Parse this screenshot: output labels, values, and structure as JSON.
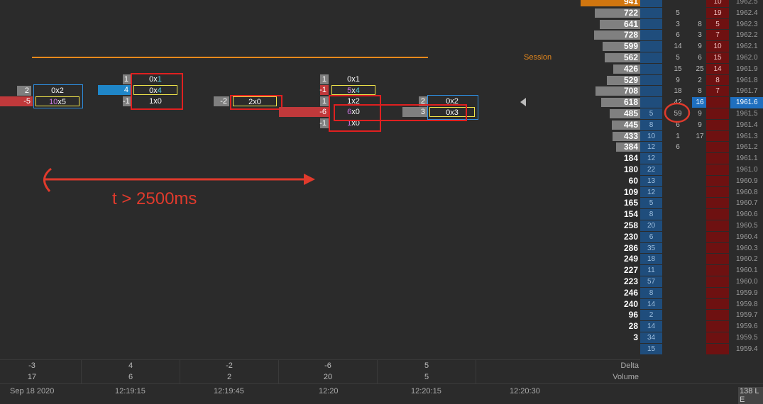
{
  "session": {
    "label": "Session"
  },
  "annotation": {
    "text": "t > 2500ms"
  },
  "clusters": [
    {
      "rows": [
        {
          "delta": "2",
          "bid": "0",
          "ask": "2"
        },
        {
          "delta": "-5",
          "bid": "10",
          "ask": "5"
        }
      ]
    },
    {
      "rows": [
        {
          "delta": "1",
          "bid": "0",
          "ask": "1"
        },
        {
          "delta": "4",
          "bid": "0",
          "ask": "4"
        },
        {
          "delta": "-1",
          "bid": "1",
          "ask": "0"
        }
      ]
    },
    {
      "rows": [
        {
          "delta": "-2",
          "bid": "2",
          "ask": "0"
        }
      ]
    },
    {
      "rows": [
        {
          "delta": "1",
          "bid": "0",
          "ask": "1"
        },
        {
          "delta": "-1",
          "bid": "5",
          "ask": "4"
        },
        {
          "delta": "1",
          "bid": "1",
          "ask": "2"
        },
        {
          "delta": "-6",
          "bid": "6",
          "ask": "0"
        },
        {
          "delta": "-1",
          "bid": "1",
          "ask": "0"
        }
      ]
    },
    {
      "rows": [
        {
          "delta": "2",
          "bid": "0",
          "ask": "2"
        },
        {
          "delta": "3",
          "bid": "0",
          "ask": "3"
        }
      ]
    }
  ],
  "bottom": {
    "delta_label": "Delta",
    "volume_label": "Volume",
    "delta": [
      "-3",
      "4",
      "-2",
      "-6",
      "5"
    ],
    "volume": [
      "17",
      "6",
      "2",
      "20",
      "5"
    ]
  },
  "time_axis": [
    "Sep 18 2020",
    "12:19:15",
    "12:19:45",
    "12:20",
    "12:20:15",
    "12:20:30"
  ],
  "ladder": {
    "rows": [
      {
        "vol": "941",
        "bid": "",
        "c1": "",
        "c2": "",
        "ask": "10",
        "price": "1962.5"
      },
      {
        "vol": "722",
        "bid": "",
        "c1": "5",
        "c2": "",
        "ask": "19",
        "price": "1962.4"
      },
      {
        "vol": "641",
        "bid": "",
        "c1": "3",
        "c2": "8",
        "ask": "5",
        "price": "1962.3"
      },
      {
        "vol": "728",
        "bid": "",
        "c1": "6",
        "c2": "3",
        "ask": "7",
        "price": "1962.2"
      },
      {
        "vol": "599",
        "bid": "",
        "c1": "14",
        "c2": "9",
        "ask": "10",
        "price": "1962.1"
      },
      {
        "vol": "562",
        "bid": "",
        "c1": "5",
        "c2": "6",
        "ask": "15",
        "price": "1962.0"
      },
      {
        "vol": "426",
        "bid": "",
        "c1": "15",
        "c2": "25",
        "ask": "14",
        "price": "1961.9"
      },
      {
        "vol": "529",
        "bid": "",
        "c1": "9",
        "c2": "2",
        "ask": "8",
        "price": "1961.8"
      },
      {
        "vol": "708",
        "bid": "",
        "c1": "18",
        "c2": "8",
        "ask": "7",
        "price": "1961.7"
      },
      {
        "vol": "618",
        "bid": "",
        "c1": "42",
        "c2": "16",
        "ask": "",
        "price": "1961.6"
      },
      {
        "vol": "485",
        "bid": "5",
        "c1": "59",
        "c2": "9",
        "ask": "",
        "price": "1961.5"
      },
      {
        "vol": "445",
        "bid": "8",
        "c1": "6",
        "c2": "9",
        "ask": "",
        "price": "1961.4"
      },
      {
        "vol": "433",
        "bid": "10",
        "c1": "1",
        "c2": "17",
        "ask": "",
        "price": "1961.3"
      },
      {
        "vol": "384",
        "bid": "12",
        "c1": "6",
        "c2": "",
        "ask": "",
        "price": "1961.2"
      },
      {
        "vol": "184",
        "bid": "12",
        "c1": "",
        "c2": "",
        "ask": "",
        "price": "1961.1"
      },
      {
        "vol": "180",
        "bid": "22",
        "c1": "",
        "c2": "",
        "ask": "",
        "price": "1961.0"
      },
      {
        "vol": "60",
        "bid": "13",
        "c1": "",
        "c2": "",
        "ask": "",
        "price": "1960.9"
      },
      {
        "vol": "109",
        "bid": "12",
        "c1": "",
        "c2": "",
        "ask": "",
        "price": "1960.8"
      },
      {
        "vol": "165",
        "bid": "5",
        "c1": "",
        "c2": "",
        "ask": "",
        "price": "1960.7"
      },
      {
        "vol": "154",
        "bid": "8",
        "c1": "",
        "c2": "",
        "ask": "",
        "price": "1960.6"
      },
      {
        "vol": "258",
        "bid": "20",
        "c1": "",
        "c2": "",
        "ask": "",
        "price": "1960.5"
      },
      {
        "vol": "230",
        "bid": "6",
        "c1": "",
        "c2": "",
        "ask": "",
        "price": "1960.4"
      },
      {
        "vol": "286",
        "bid": "35",
        "c1": "",
        "c2": "",
        "ask": "",
        "price": "1960.3"
      },
      {
        "vol": "249",
        "bid": "18",
        "c1": "",
        "c2": "",
        "ask": "",
        "price": "1960.2"
      },
      {
        "vol": "227",
        "bid": "11",
        "c1": "",
        "c2": "",
        "ask": "",
        "price": "1960.1"
      },
      {
        "vol": "223",
        "bid": "57",
        "c1": "",
        "c2": "",
        "ask": "",
        "price": "1960.0"
      },
      {
        "vol": "246",
        "bid": "8",
        "c1": "",
        "c2": "",
        "ask": "",
        "price": "1959.9"
      },
      {
        "vol": "240",
        "bid": "14",
        "c1": "",
        "c2": "",
        "ask": "",
        "price": "1959.8"
      },
      {
        "vol": "96",
        "bid": "2",
        "c1": "",
        "c2": "",
        "ask": "",
        "price": "1959.7"
      },
      {
        "vol": "28",
        "bid": "14",
        "c1": "",
        "c2": "",
        "ask": "",
        "price": "1959.6"
      },
      {
        "vol": "3",
        "bid": "34",
        "c1": "",
        "c2": "",
        "ask": "",
        "price": "1959.5"
      },
      {
        "vol": "",
        "bid": "15",
        "c1": "",
        "c2": "",
        "ask": "",
        "price": "1959.4"
      }
    ],
    "current_price": "1961.6",
    "footer": "138 L E"
  },
  "colors": {
    "session": "#e8891c",
    "annotation": "#e03a2c",
    "bid": "#1f4d7c",
    "ask": "#6e1111"
  }
}
